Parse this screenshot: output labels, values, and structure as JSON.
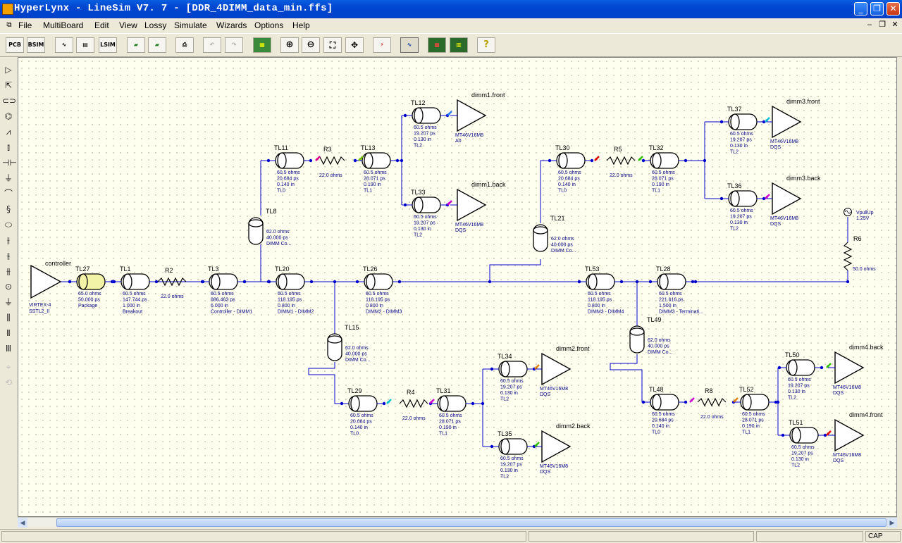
{
  "window": {
    "title": "HyperLynx - LineSim V7. 7 - [DDR_4DIMM_data_min.ffs]",
    "controls": [
      "_",
      "❐",
      "✕"
    ]
  },
  "menubar": {
    "items": [
      "File",
      "MultiBoard",
      "Edit",
      "View",
      "Lossy",
      "Simulate",
      "Wizards",
      "Options",
      "Help"
    ]
  },
  "toolbar": {
    "pcb": "PCB",
    "bsim": "BSIM",
    "lsim": "LSIM"
  },
  "status": {
    "cap": "CAP"
  },
  "schematic": {
    "controller": {
      "ref": "controller",
      "model": "VIRTEX-4",
      "model2": "SSTL2_II"
    },
    "vpullup": {
      "ref": "VpullUp",
      "value": "1.25V"
    },
    "lines": [
      {
        "ref": "TL27",
        "p": [
          "65.0 ohms",
          "50.000 ps",
          "Package"
        ]
      },
      {
        "ref": "TL1",
        "p": [
          "60.5 ohms",
          "147.744 ps",
          "1.000 in",
          "Breakout"
        ]
      },
      {
        "ref": "TL3",
        "p": [
          "60.5 ohms",
          "886.463 ps",
          "6.000 in",
          "Controller - DIMM1"
        ]
      },
      {
        "ref": "TL20",
        "p": [
          "60.5 ohms",
          "118.195 ps",
          "0.800 in",
          "DIMM1 - DIMM2"
        ]
      },
      {
        "ref": "TL26",
        "p": [
          "60.5 ohms",
          "118.195 ps",
          "0.800 in",
          "DIMM2 - DIMM3"
        ]
      },
      {
        "ref": "TL53",
        "p": [
          "60.5 ohms",
          "118.195 ps",
          "0.800 in",
          "DIMM3 - DIMM4"
        ]
      },
      {
        "ref": "TL28",
        "p": [
          "60.5 ohms",
          "221.616 ps",
          "1.500 in",
          "DIMM3 - Terminati..."
        ]
      },
      {
        "ref": "TL8",
        "p": [
          "62.0 ohms",
          "40.000 ps",
          "DIMM Co..."
        ]
      },
      {
        "ref": "TL21",
        "p": [
          "62.0 ohms",
          "40.000 ps",
          "DIMM Co..."
        ]
      },
      {
        "ref": "TL15",
        "p": [
          "62.0 ohms",
          "40.000 ps",
          "DIMM Co..."
        ]
      },
      {
        "ref": "TL49",
        "p": [
          "62.0 ohms",
          "40.000 ps",
          "DIMM Co..."
        ]
      },
      {
        "ref": "TL11",
        "p": [
          "60.5 ohms",
          "20.684 ps",
          "0.140 in",
          "TL0"
        ]
      },
      {
        "ref": "TL13",
        "p": [
          "60.5 ohms",
          "28.071 ps",
          "0.190 in",
          "TL1"
        ]
      },
      {
        "ref": "TL12",
        "p": [
          "60.5 ohms",
          "19.207 ps",
          "0.130 in",
          "TL2"
        ]
      },
      {
        "ref": "TL33",
        "p": [
          "60.5 ohms",
          "19.207 ps",
          "0.130 in",
          "TL2"
        ]
      },
      {
        "ref": "TL30",
        "p": [
          "60.5 ohms",
          "20.684 ps",
          "0.140 in",
          "TL0"
        ]
      },
      {
        "ref": "TL32",
        "p": [
          "60.5 ohms",
          "28.071 ps",
          "0.190 in",
          "TL1"
        ]
      },
      {
        "ref": "TL37",
        "p": [
          "60.5 ohms",
          "19.207 ps",
          "0.130 in",
          "TL2"
        ]
      },
      {
        "ref": "TL36",
        "p": [
          "60.5 ohms",
          "19.207 ps",
          "0.130 in",
          "TL2"
        ]
      },
      {
        "ref": "TL29",
        "p": [
          "60.5 ohms",
          "20.684 ps",
          "0.140 in",
          "TL0"
        ]
      },
      {
        "ref": "TL31",
        "p": [
          "60.5 ohms",
          "28.071 ps",
          "0.190 in",
          "TL1"
        ]
      },
      {
        "ref": "TL34",
        "p": [
          "60.5 ohms",
          "19.207 ps",
          "0.130 in",
          "TL2"
        ]
      },
      {
        "ref": "TL35",
        "p": [
          "60.5 ohms",
          "19.207 ps",
          "0.130 in",
          "TL2"
        ]
      },
      {
        "ref": "TL48",
        "p": [
          "60.5 ohms",
          "20.684 ps",
          "0.140 in",
          "TL0"
        ]
      },
      {
        "ref": "TL52",
        "p": [
          "60.5 ohms",
          "28.071 ps",
          "0.190 in",
          "TL1"
        ]
      },
      {
        "ref": "TL50",
        "p": [
          "60.5 ohms",
          "19.207 ps",
          "0.130 in",
          "TL2"
        ]
      },
      {
        "ref": "TL51",
        "p": [
          "60.5 ohms",
          "19.207 ps",
          "0.130 in",
          "TL2"
        ]
      }
    ],
    "resistors": [
      {
        "ref": "R2",
        "value": "22.0 ohms"
      },
      {
        "ref": "R3",
        "value": "22.0 ohms"
      },
      {
        "ref": "R5",
        "value": "22.0 ohms"
      },
      {
        "ref": "R4",
        "value": "22.0 ohms"
      },
      {
        "ref": "R8",
        "value": "22.0 ohms"
      },
      {
        "ref": "R6",
        "value": "50.0 ohms"
      }
    ],
    "buffers": [
      {
        "ref": "dimm1.front",
        "model": "MT46V16M8",
        "pin": "A0"
      },
      {
        "ref": "dimm1.back",
        "model": "MT46V16M8",
        "pin": "DQS"
      },
      {
        "ref": "dimm3.front",
        "model": "MT46V16M8",
        "pin": "DQS"
      },
      {
        "ref": "dimm3.back",
        "model": "MT46V16M8",
        "pin": "DQS"
      },
      {
        "ref": "dimm2.front",
        "model": "MT46V16M8",
        "pin": "DQS"
      },
      {
        "ref": "dimm2.back",
        "model": "MT46V16M8",
        "pin": "DQS"
      },
      {
        "ref": "dimm4.back",
        "model": "MT46V16M8",
        "pin": "DQS"
      },
      {
        "ref": "dimm4.front",
        "model": "MT46V16M8",
        "pin": "DQS"
      }
    ]
  }
}
